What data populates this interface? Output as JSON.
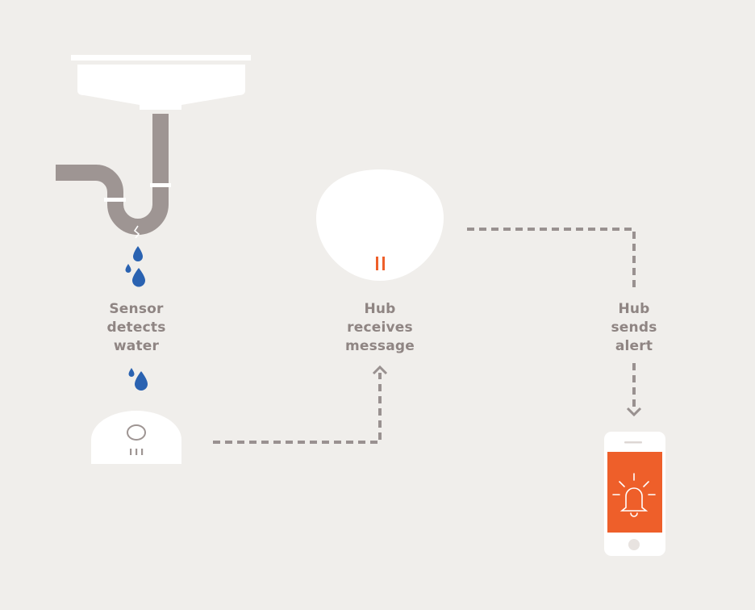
{
  "colors": {
    "background": "#f0eeeb",
    "pipe": "#9e9593",
    "white": "#ffffff",
    "water": "#2a62b1",
    "accent": "#ee5f2a",
    "label": "#8f8583",
    "connector": "#999190"
  },
  "icons": [
    "sink-icon",
    "drain-pipe-icon",
    "water-drop-icon",
    "water-sensor-icon",
    "hub-icon",
    "smartphone-icon",
    "bell-icon"
  ],
  "steps": [
    {
      "id": "sensor",
      "lines": [
        "Sensor",
        "detects",
        "water"
      ]
    },
    {
      "id": "hub",
      "lines": [
        "Hub",
        "receives",
        "message"
      ]
    },
    {
      "id": "alert",
      "lines": [
        "Hub",
        "sends",
        "alert"
      ]
    }
  ]
}
